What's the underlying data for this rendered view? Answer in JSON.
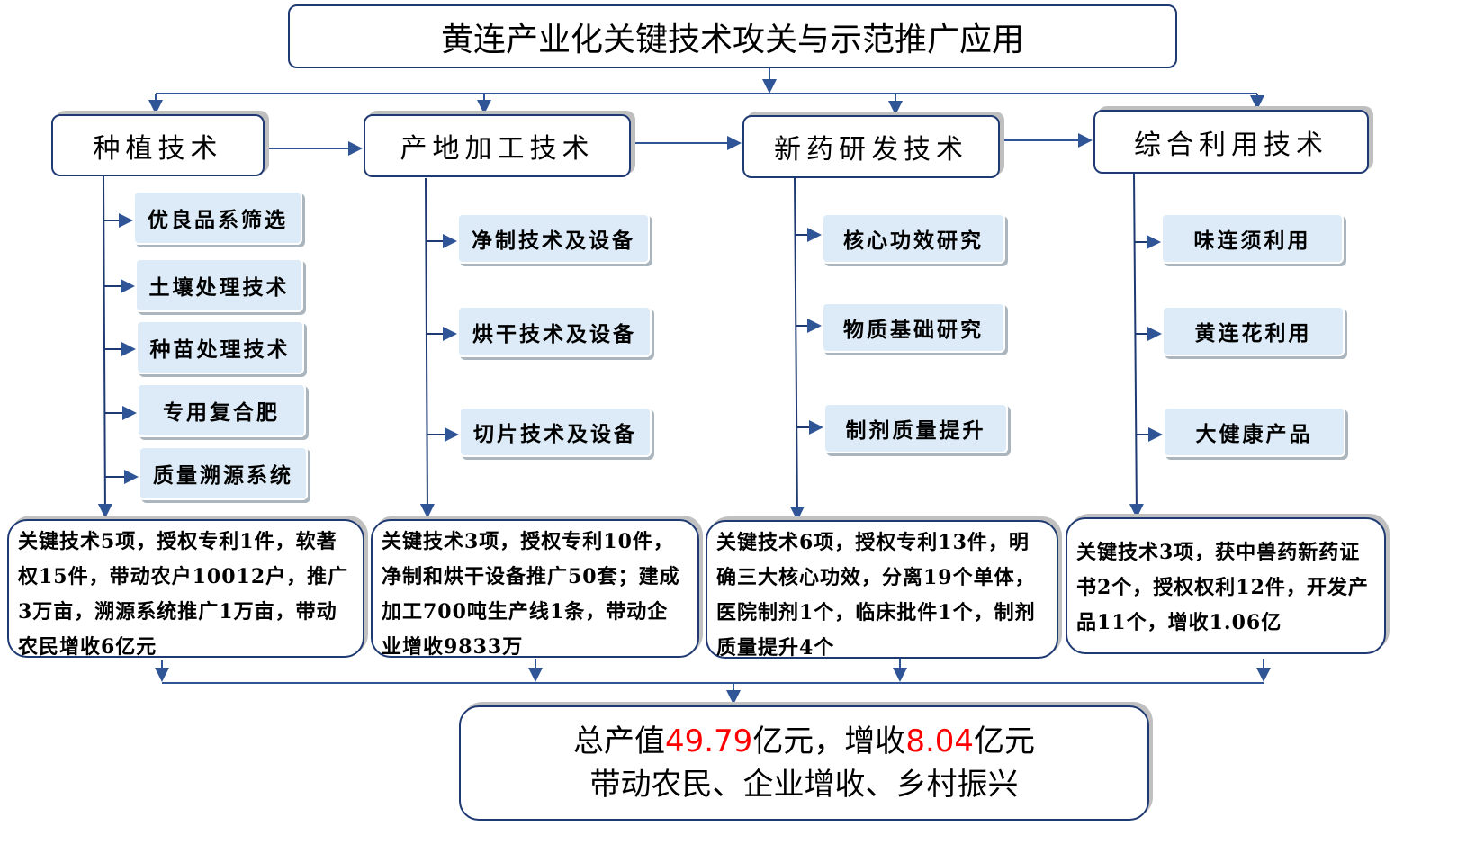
{
  "title": "黄连产业化关键技术攻关与示范推广应用",
  "columns": [
    {
      "label": "种植技术",
      "items": [
        "优良品系筛选",
        "土壤处理技术",
        "种苗处理技术",
        "专用复合肥",
        "质量溯源系统"
      ],
      "result": "关键技术5项，授权专利1件，软著权15件，带动农户10012户，推广3万亩，溯源系统推广1万亩，带动农民增收6亿元"
    },
    {
      "label": "产地加工技术",
      "items": [
        "净制技术及设备",
        "烘干技术及设备",
        "切片技术及设备"
      ],
      "result": "关键技术3项，授权专利10件，净制和烘干设备推广50套；建成加工700吨生产线1条，带动企业增收9833万"
    },
    {
      "label": "新药研发技术",
      "items": [
        "核心功效研究",
        "物质基础研究",
        "制剂质量提升"
      ],
      "result": "关键技术6项，授权专利13件，明确三大核心功效，分离19个单体，医院制剂1个，临床批件1个，制剂质量提升4个"
    },
    {
      "label": "综合利用技术",
      "items": [
        "味连须利用",
        "黄连花利用",
        "大健康产品"
      ],
      "result": "关键技术3项，获中兽药新药证书2个，授权权利12件，开发产品11个，增收1.06亿"
    }
  ],
  "summary": {
    "l1a": "总产值",
    "v1": "49.79",
    "l1b": "亿元，增收",
    "v2": "8.04",
    "l1c": "亿元",
    "line2": "带动农民、企业增收、乡村振兴"
  },
  "colors": {
    "line": "#2f5597",
    "border": "#1f3a73",
    "highlight": "#ff0000",
    "sub_fill": "#dcebf7"
  }
}
